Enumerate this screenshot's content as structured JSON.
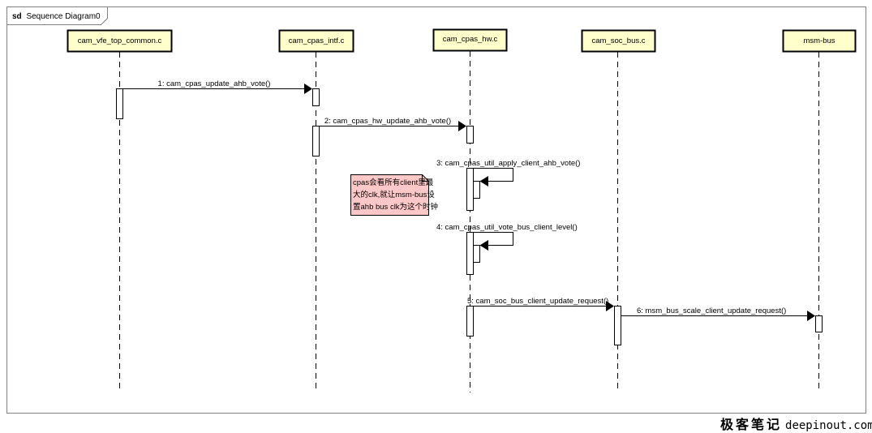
{
  "frame": {
    "keyword": "sd",
    "title": "Sequence Diagram0"
  },
  "lifelines": [
    {
      "id": "vfe",
      "label": "cam_vfe_top_common.c"
    },
    {
      "id": "intf",
      "label": "cam_cpas_intf.c"
    },
    {
      "id": "hw",
      "label": "cam_cpas_hw.c"
    },
    {
      "id": "soc",
      "label": "cam_soc_bus.c"
    },
    {
      "id": "msm",
      "label": "msm-bus"
    }
  ],
  "messages": [
    {
      "num": "1",
      "label": "1: cam_cpas_update_ahb_vote()",
      "from": "vfe",
      "to": "intf"
    },
    {
      "num": "2",
      "label": "2: cam_cpas_hw_update_ahb_vote()",
      "from": "intf",
      "to": "hw"
    },
    {
      "num": "3",
      "label": "3: cam_cpas_util_apply_client_ahb_vote()",
      "from": "hw",
      "to": "hw"
    },
    {
      "num": "4",
      "label": "4: cam_cpas_util_vote_bus_client_level()",
      "from": "hw",
      "to": "hw"
    },
    {
      "num": "5",
      "label": "5: cam_soc_bus_client_update_request()",
      "from": "hw",
      "to": "soc"
    },
    {
      "num": "6",
      "label": "6: msm_bus_scale_client_update_request()",
      "from": "soc",
      "to": "msm"
    }
  ],
  "note": {
    "lines": [
      "cpas会看所有client里最",
      "大的clk,就让msm-bus设",
      "置ahb bus clk为这个时钟"
    ]
  },
  "colors": {
    "lifeline_fill": "#ffffcc",
    "note_fill": "#ffc8c8",
    "frame_border": "#808080"
  },
  "watermark": {
    "cn": "极客笔记",
    "en": "deepinout.com"
  }
}
